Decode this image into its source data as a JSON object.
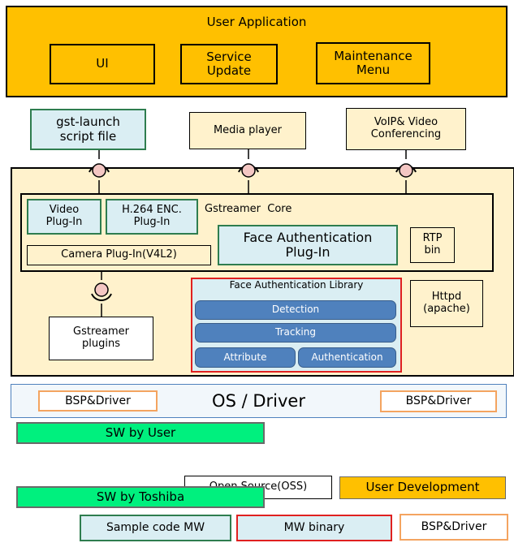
{
  "user_application": {
    "title": "User Application",
    "ui": "UI",
    "service_update": [
      "Service",
      "Update"
    ],
    "maintenance_menu": [
      "Maintenance",
      "Menu"
    ]
  },
  "apps": {
    "gst_launch": [
      "gst-launch",
      "script file"
    ],
    "media_player": "Media player",
    "voip": [
      "VoIP& Video",
      "Conferencing"
    ]
  },
  "core": {
    "video_plugin": [
      "Video",
      "Plug-In"
    ],
    "h264_plugin": [
      "H.264 ENC.",
      "Plug-In"
    ],
    "gstreamer_core": "Gstreamer  Core",
    "camera_plugin": "Camera Plug-In(V4L2)",
    "face_auth_plugin": [
      "Face Authentication",
      "Plug-In"
    ],
    "rtp_bin": [
      "RTP",
      "bin"
    ]
  },
  "gstreamer_plugins": [
    "Gstreamer",
    "plugins"
  ],
  "face_library": {
    "title": "Face Authentication Library",
    "detection": "Detection",
    "tracking": "Tracking",
    "attribute": "Attribute",
    "authentication": "Authentication"
  },
  "httpd": [
    "Httpd",
    "(apache)"
  ],
  "os_bar": {
    "label": "OS / Driver",
    "bsp_left": "BSP&Driver",
    "bsp_right": "BSP&Driver"
  },
  "legend": {
    "sw_by_user": "SW by User",
    "open_source": "Open Source(OSS)",
    "user_development": "User Development",
    "sw_by_toshiba": "SW by Toshiba",
    "sample_code": "Sample code MW",
    "mw_binary": "MW binary",
    "bsp_driver": "BSP&Driver"
  },
  "colors": {
    "orange": "#FFC000",
    "cream": "#FFF2CC",
    "light_blue": "#DAEEF3",
    "green_border": "#2E7D4F",
    "red_border": "#E02020",
    "blue_block": "#4F81BD",
    "bright_green": "#00F07E",
    "bsp_border": "#F4A460",
    "interface_pink": "#F4C7C3"
  }
}
